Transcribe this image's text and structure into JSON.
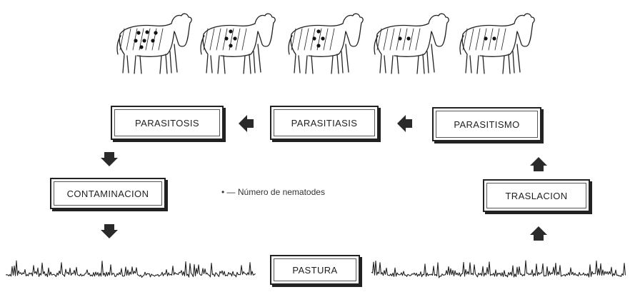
{
  "boxes": {
    "parasitosis": "PARASITOSIS",
    "parasitiasis": "PARASITIASIS",
    "parasitismo": "PARASITISMO",
    "contaminacion": "CONTAMINACION",
    "traslacion": "TRASLACION",
    "pastura": "PASTURA"
  },
  "legend": {
    "symbol": "•",
    "text": "— Número de nematodes"
  },
  "cows": [
    {
      "nematodes": 7
    },
    {
      "nematodes": 4
    },
    {
      "nematodes": 4
    },
    {
      "nematodes": 2
    },
    {
      "nematodes": 2
    }
  ]
}
